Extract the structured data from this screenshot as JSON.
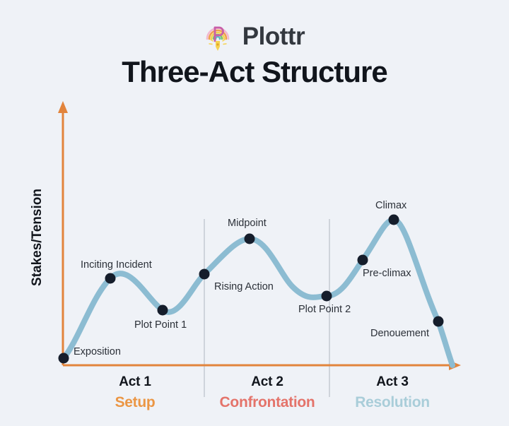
{
  "brand": {
    "name": "Plottr",
    "logo_icon": "plottr-rainbow-pen-logo"
  },
  "header": {
    "title": "Three-Act Structure"
  },
  "axes": {
    "y_label": "Stakes/Tension",
    "x_label": "",
    "axis_color": "#e2843c",
    "y_arrow_icon": "arrow-up-icon",
    "x_arrow_icon": "arrow-right-icon"
  },
  "colors": {
    "background": "#eff2f7",
    "curve": "#8cbcd2",
    "dot": "#151d2b",
    "axis": "#e2843c",
    "divider": "#cfd4db",
    "act1_accent": "#eb9644",
    "act2_accent": "#e4736a",
    "act3_accent": "#a9cdd9"
  },
  "acts": [
    {
      "title": "Act 1",
      "subtitle": "Setup",
      "color": "#eb9644"
    },
    {
      "title": "Act 2",
      "subtitle": "Confrontation",
      "color": "#e4736a"
    },
    {
      "title": "Act 3",
      "subtitle": "Resolution",
      "color": "#a9cdd9"
    }
  ],
  "chart_data": {
    "type": "line",
    "title": "Three-Act Structure",
    "xlabel": "",
    "ylabel": "Stakes/Tension",
    "grid": false,
    "legend": "none",
    "xlim": [
      0,
      100
    ],
    "ylim": [
      0,
      100
    ],
    "annotations": [
      "Act 1 / Setup spans the first section",
      "Act 2 / Confrontation spans the middle section",
      "Act 3 / Resolution spans the final section"
    ],
    "act_divider_x": [
      36,
      68
    ],
    "series": [
      {
        "name": "Stakes/Tension",
        "color": "#8cbcd2",
        "points": [
          {
            "label": "Exposition",
            "x": 0,
            "y": 0
          },
          {
            "label": "Inciting Incident",
            "x": 12,
            "y": 31
          },
          {
            "label": "Plot Point 1",
            "x": 25.5,
            "y": 19
          },
          {
            "label": "Rising Action",
            "x": 36,
            "y": 33
          },
          {
            "label": "Midpoint",
            "x": 48,
            "y": 47
          },
          {
            "label": "Plot Point 2",
            "x": 68,
            "y": 25
          },
          {
            "label": "Pre-climax",
            "x": 77,
            "y": 39
          },
          {
            "label": "Climax",
            "x": 85,
            "y": 55
          },
          {
            "label": "Denouement",
            "x": 96,
            "y": 16
          },
          {
            "label": "",
            "x": 100,
            "y": 0
          }
        ]
      }
    ]
  },
  "point_labels": {
    "exposition": "Exposition",
    "inciting_incident": "Inciting Incident",
    "plot_point_1": "Plot Point 1",
    "rising_action": "Rising Action",
    "midpoint": "Midpoint",
    "plot_point_2": "Plot Point 2",
    "pre_climax": "Pre-climax",
    "climax": "Climax",
    "denouement": "Denouement"
  }
}
